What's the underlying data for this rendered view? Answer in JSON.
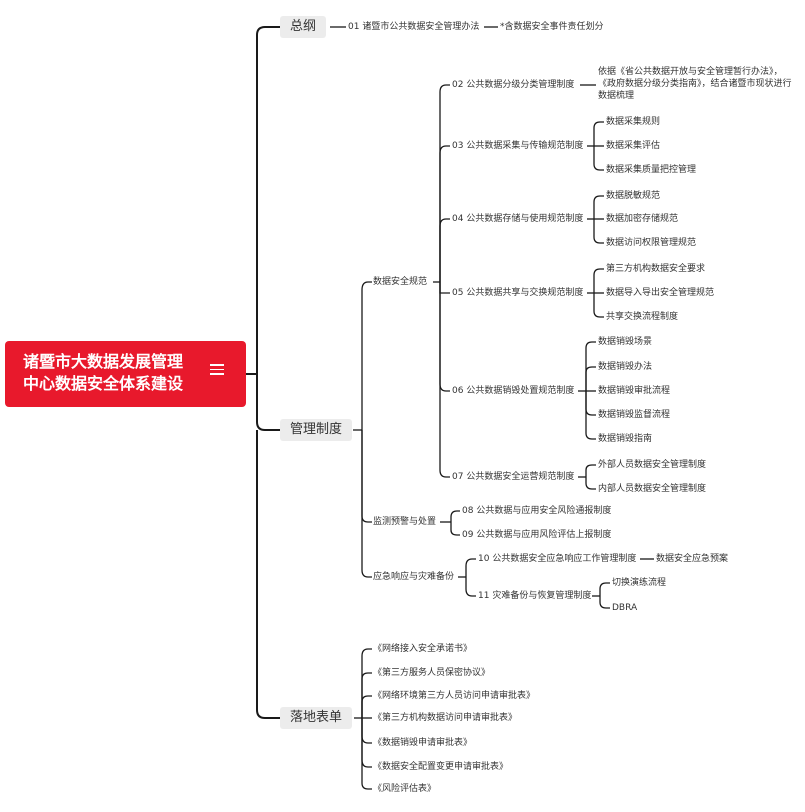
{
  "root": {
    "line1": "诸暨市大数据发展管理",
    "line2": "中心数据安全体系建设",
    "icon": "note-icon"
  },
  "branches": {
    "general": {
      "label": "总纲",
      "item": "01 诸暨市公共数据安全管理办法",
      "note": "*含数据安全事件责任划分"
    },
    "management": {
      "label": "管理制度",
      "security": {
        "label": "数据安全规范",
        "s02": {
          "label": "02 公共数据分级分类管理制度",
          "note": "依据《省公共数据开放与安全管理暂行办法》，《政府数据分级分类指南》，结合诸暨市现状进行数据梳理"
        },
        "s03": {
          "label": "03 公共数据采集与传输规范制度",
          "items": [
            "数据采集规则",
            "数据采集评估",
            "数据采集质量把控管理"
          ]
        },
        "s04": {
          "label": "04 公共数据存储与使用规范制度",
          "items": [
            "数据脱敏规范",
            "数据加密存储规范",
            "数据访问权限管理规范"
          ]
        },
        "s05": {
          "label": "05 公共数据共享与交换规范制度",
          "items": [
            "第三方机构数据安全要求",
            "数据导入导出安全管理规范",
            "共享交换流程制度"
          ]
        },
        "s06": {
          "label": "06 公共数据销毁处置规范制度",
          "items": [
            "数据销毁场景",
            "数据销毁办法",
            "数据销毁审批流程",
            "数据销毁监督流程",
            "数据销毁指南"
          ]
        },
        "s07": {
          "label": "07 公共数据安全运营规范制度",
          "items": [
            "外部人员数据安全管理制度",
            "内部人员数据安全管理制度"
          ]
        }
      },
      "monitoring": {
        "label": "监测预警与处置",
        "items": [
          "08 公共数据与应用安全风险通报制度",
          "09 公共数据与应用风险评估上报制度"
        ]
      },
      "emergency": {
        "label": "应急响应与灾难备份",
        "s10": {
          "label": "10 公共数据安全应急响应工作管理制度",
          "note": "数据安全应急预案"
        },
        "s11": {
          "label": "11 灾难备份与恢复管理制度",
          "items": [
            "切换演练流程",
            "DBRA"
          ]
        }
      }
    },
    "forms": {
      "label": "落地表单",
      "items": [
        "《网络接入安全承诺书》",
        "《第三方服务人员保密协议》",
        "《网络环境第三方人员访问申请审批表》",
        "《第三方机构数据访问申请审批表》",
        "《数据销毁申请审批表》",
        "《数据安全配置变更申请审批表》",
        "《风险评估表》"
      ]
    }
  },
  "colors": {
    "root": "#e8192c",
    "branch_bg": "#ececec",
    "line": "#1a1a1a",
    "text": "#333333"
  }
}
